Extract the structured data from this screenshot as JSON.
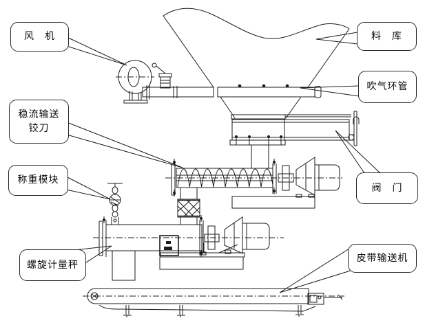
{
  "diagram": {
    "background": "#ffffff",
    "line_color": "#1b1b1b",
    "callouts": {
      "fan": {
        "label": "风　机"
      },
      "silo": {
        "label": "料　库"
      },
      "air_ring_pipe": {
        "label": "吹气环管"
      },
      "steady_flow_auger": {
        "line1": "稳流输送",
        "line2": "铰刀"
      },
      "weighing_module": {
        "label": "称重模块"
      },
      "screw_metering_scale": {
        "label": "螺旋计量秤"
      },
      "valve": {
        "label": "阀　门"
      },
      "belt_conveyor": {
        "label": "皮带输送机"
      }
    }
  }
}
